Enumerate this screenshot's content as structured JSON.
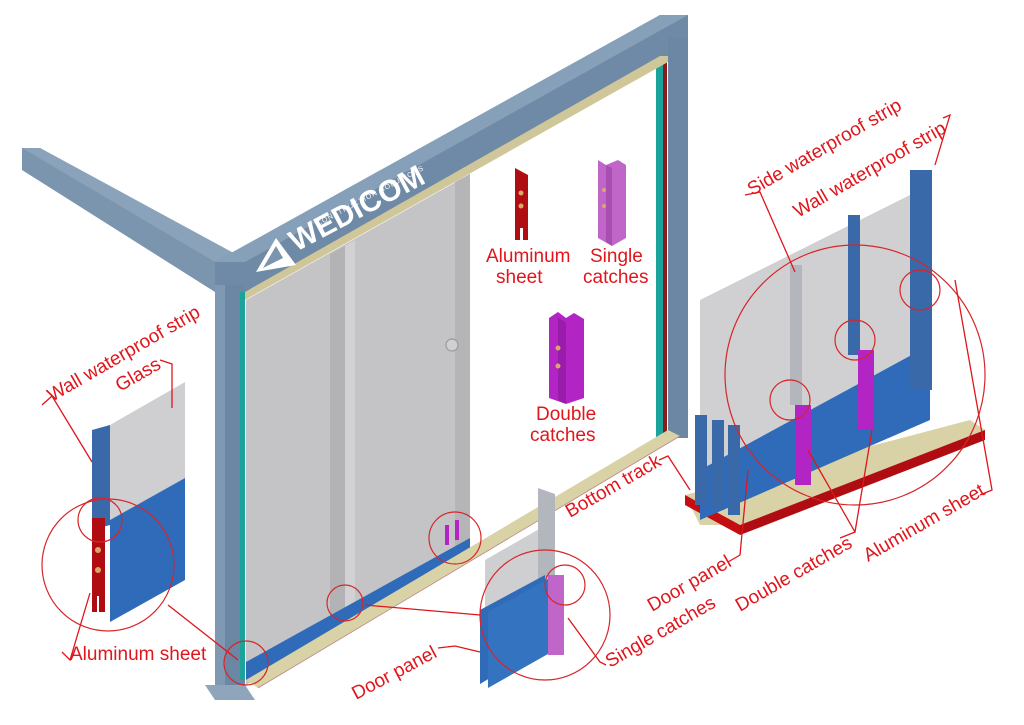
{
  "brand": {
    "name": "WEDICOM",
    "tagline": "CONSTRUCTION SOLUTIONS"
  },
  "colors": {
    "frame": "#6f8aa6",
    "frame_dark": "#5a7490",
    "door_panel": "#c2c2c4",
    "glass": "#cfcfd2",
    "panel_blue": "#2f6bb8",
    "aluminum_red": "#b00d12",
    "catch_pink": "#c066c8",
    "catch_magenta": "#b324c4",
    "track": "#d9d2a6",
    "teal_seal": "#1aa39a",
    "label_red": "#e0161c"
  },
  "legend_parts": [
    {
      "id": "aluminum",
      "line1": "Aluminum",
      "line2": "sheet"
    },
    {
      "id": "single",
      "line1": "Single",
      "line2": "catches"
    },
    {
      "id": "double",
      "line1": "Double",
      "line2": "catches"
    }
  ],
  "left_detail": {
    "labels": {
      "wall_strip": "Wall waterproof strip",
      "glass": "Glass",
      "aluminum": "Aluminum sheet"
    }
  },
  "bottom_detail": {
    "labels": {
      "door_panel": "Door panel",
      "single_catches": "Single catches",
      "bottom_track": "Bottom track"
    }
  },
  "right_detail": {
    "labels": {
      "side_strip": "Side waterproof strip",
      "wall_strip": "Wall waterproof strip",
      "door_panel": "Door panel",
      "double_catches": "Double catches",
      "aluminum": "Aluminum sheet"
    }
  }
}
